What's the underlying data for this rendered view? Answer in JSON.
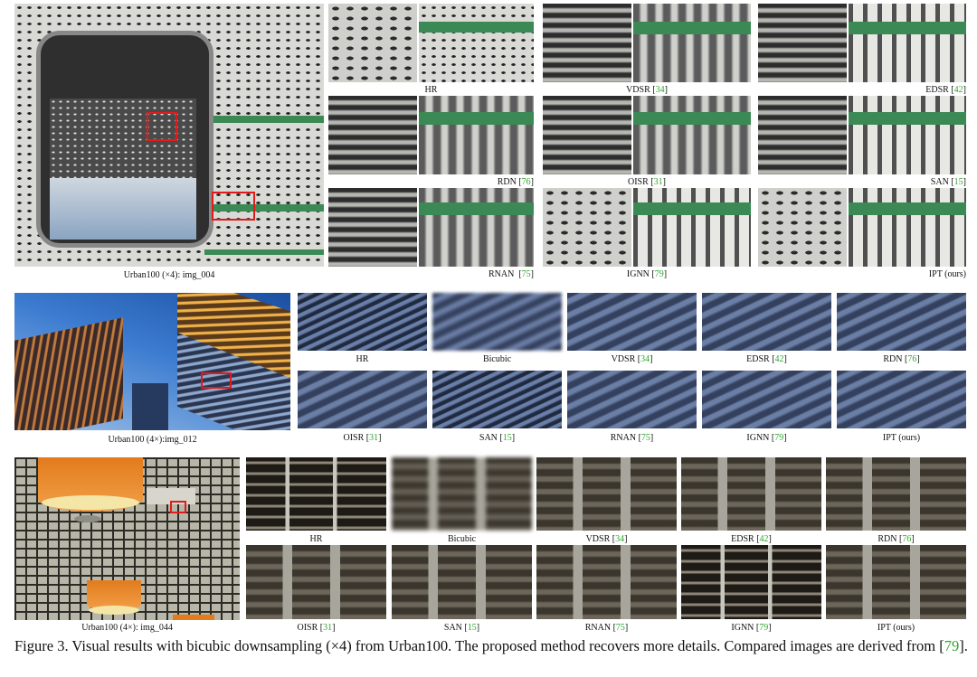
{
  "row1": {
    "main_label": "Urban100 (×4): img_004",
    "panels": [
      {
        "name": "HR",
        "cite": ""
      },
      {
        "name": "VDSR",
        "cite": "34"
      },
      {
        "name": "EDSR",
        "cite": "42"
      },
      {
        "name": "RDN",
        "cite": "76"
      },
      {
        "name": "OISR",
        "cite": "31"
      },
      {
        "name": "SAN",
        "cite": "15"
      },
      {
        "name": "RNAN",
        "cite": "75"
      },
      {
        "name": "IGNN",
        "cite": "79"
      },
      {
        "name": "IPT (ours)",
        "cite": ""
      }
    ]
  },
  "row2": {
    "main_label": "Urban100 (4×):img_012",
    "panels": [
      {
        "name": "HR",
        "cite": ""
      },
      {
        "name": "Bicubic",
        "cite": ""
      },
      {
        "name": "VDSR",
        "cite": "34"
      },
      {
        "name": "EDSR",
        "cite": "42"
      },
      {
        "name": "RDN",
        "cite": "76"
      },
      {
        "name": "OISR",
        "cite": "31"
      },
      {
        "name": "SAN",
        "cite": "15"
      },
      {
        "name": "RNAN",
        "cite": "75"
      },
      {
        "name": "IGNN",
        "cite": "79"
      },
      {
        "name": "IPT (ours)",
        "cite": ""
      }
    ]
  },
  "row3": {
    "main_label": "Urban100 (4×): img_044",
    "panels": [
      {
        "name": "HR",
        "cite": ""
      },
      {
        "name": "Bicubic",
        "cite": ""
      },
      {
        "name": "VDSR",
        "cite": "34"
      },
      {
        "name": "EDSR",
        "cite": "42"
      },
      {
        "name": "RDN",
        "cite": "76"
      },
      {
        "name": "OISR",
        "cite": "31"
      },
      {
        "name": "SAN",
        "cite": "15"
      },
      {
        "name": "RNAN",
        "cite": "75"
      },
      {
        "name": "IGNN",
        "cite": "79"
      },
      {
        "name": "IPT (ours)",
        "cite": ""
      }
    ]
  },
  "caption": {
    "text": "Figure 3. Visual results with bicubic downsampling (×4) from Urban100. The proposed method recovers more details. Compared images are derived from ",
    "cite": "79",
    "end": "."
  },
  "colors": {
    "citation": "#2ea52e",
    "highlight_box": "#e11b1b"
  }
}
